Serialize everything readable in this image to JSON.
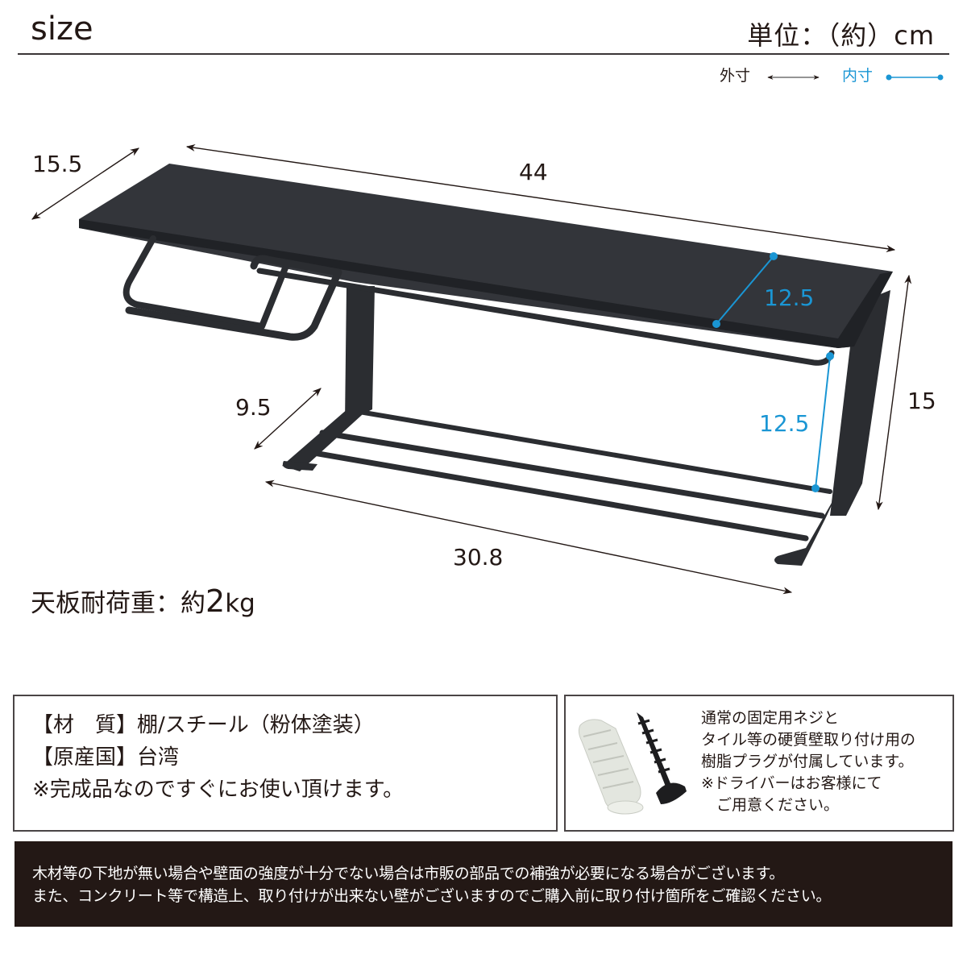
{
  "header": {
    "title": "size",
    "unit_label": "単位：（約）cm"
  },
  "legend": {
    "outer_label": "外寸",
    "inner_label": "内寸",
    "outer_color": "#231815",
    "inner_color": "#1a96d4"
  },
  "dimensions": {
    "outer": {
      "depth_top": "15.5",
      "width_top": "44",
      "height": "15",
      "depth_bottom": "9.5",
      "width_bottom": "30.8"
    },
    "inner": {
      "shelf_depth": "12.5",
      "clearance_height": "12.5"
    }
  },
  "load": {
    "label": "天板耐荷重：約",
    "value": "2",
    "unit": "kg"
  },
  "spec": {
    "material": "【材　質】棚/スチール（粉体塗装）",
    "origin": "【原産国】台湾",
    "note": "※完成品なのですぐにお使い頂けます。"
  },
  "parts": {
    "lines": [
      "通常の固定用ネジと",
      "タイル等の硬質壁取り付け用の",
      "樹脂プラグが付属しています。",
      "※ドライバーはお客様にて",
      "　ご用意ください。"
    ],
    "icons": [
      "wall-plug-icon",
      "screw-icon"
    ]
  },
  "notice": {
    "line1": "木材等の下地が無い場合や壁面の強度が十分でない場合は市販の部品での補強が必要になる場合がございます。",
    "line2": "また、コンクリート等で構造上、取り付けが出来ない壁がございますのでご購入前に取り付け箇所をご確認ください。"
  },
  "colors": {
    "product": "#2b2d31",
    "notice_bg": "#231815",
    "inner_dim": "#1a96d4"
  }
}
